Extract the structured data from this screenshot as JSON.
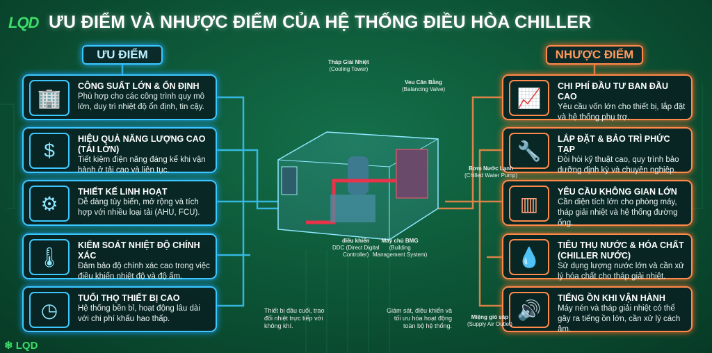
{
  "header": {
    "logo": "LQD",
    "title": "ƯU ĐIỂM VÀ NHƯỢC ĐIỂM CỦA HỆ THỐNG ĐIỀU HÒA CHILLER"
  },
  "colors": {
    "pro": "#3cc8ff",
    "con": "#ff8a4a",
    "background": "#0d5838"
  },
  "pros": {
    "heading": "ƯU ĐIỂM",
    "items": [
      {
        "icon": "building-icon",
        "title": "CÔNG SUẤT LỚN & ỔN ĐỊNH",
        "desc": "Phù hợp cho các công trình quy mô lớn, duy trì nhiệt độ ổn định, tin cậy."
      },
      {
        "icon": "battery-dollar-icon",
        "title": "HIỆU QUẢ NĂNG LƯỢNG CAO (TẢI LỚN)",
        "desc": "Tiết kiệm điện năng đáng kể khi vận hành ở tải cao và liên tục."
      },
      {
        "icon": "gears-icon",
        "title": "THIẾT KẾ LINH HOẠT",
        "desc": "Dễ dàng tùy biến, mở rộng và tích hợp với nhiều loại tải (AHU, FCU)."
      },
      {
        "icon": "thermometer-icon",
        "title": "KIỂM SOÁT NHIỆT ĐỘ CHÍNH XÁC",
        "desc": "Đảm bảo độ chính xác cao trong việc điều khiển nhiệt độ và độ ẩm."
      },
      {
        "icon": "clock-infinity-icon",
        "title": "TUỔI THỌ THIẾT BỊ CAO",
        "desc": "Hệ thống bền bỉ, hoạt động lâu dài với chi phí khấu hao thấp."
      }
    ]
  },
  "cons": {
    "heading": "NHƯỢC ĐIỂM",
    "items": [
      {
        "icon": "coins-chart-icon",
        "title": "CHI PHÍ ĐẦU TƯ BAN ĐẦU CAO",
        "desc": "Yêu cầu vốn lớn cho thiết bị, lắp đặt và hệ thống phụ trợ."
      },
      {
        "icon": "tools-icon",
        "title": "LẮP ĐẶT & BẢO TRÌ PHỨC TẠP",
        "desc": "Đòi hỏi kỹ thuật cao, quy trình bảo dưỡng định kỳ và chuyên nghiệp."
      },
      {
        "icon": "cabinet-icon",
        "title": "YÊU CẦU KHÔNG GIAN LỚN",
        "desc": "Cần diện tích lớn cho phòng máy, tháp giải nhiệt và hệ thống đường ống."
      },
      {
        "icon": "water-drop-icon",
        "title": "TIÊU THỤ NƯỚC & HÓA CHẤT (CHILLER NƯỚC)",
        "desc": "Sử dụng lượng nước lớn và cần xử lý hóa chất cho tháp giải nhiệt."
      },
      {
        "icon": "speaker-icon",
        "title": "TIẾNG ỒN KHI VẬN HÀNH",
        "desc": "Máy nén và tháp giải nhiệt có thể gây ra tiếng ồn lớn, cần xử lý cách âm."
      }
    ]
  },
  "labels": {
    "cooling_tower": [
      "Tháp Giải Nhiệt",
      "(Cooling Tower)"
    ],
    "valve": [
      "Veu Cân Bằng",
      "(Balancing Valve)"
    ],
    "pump": [
      "Bơm Nước Lạnh",
      "(Chilled Water Pump)"
    ],
    "ddc": [
      "điều khiển",
      "DDC (Direct Digital",
      "Controller)"
    ],
    "bms": [
      "Máy chủ BMG",
      "(Building",
      "Management System)"
    ],
    "outlet": [
      "Miệng gió sáp",
      "(Supply Air Outlet)"
    ]
  },
  "notes": {
    "terminal": "Thiết bị đầu cuối, trao đổi nhiệt trực tiếp với không khí.",
    "monitor": "Giám sát, điều khiển và tối ưu hóa hoạt động toàn bộ hệ thống."
  },
  "footer": {
    "logo": "❄ LQD"
  }
}
